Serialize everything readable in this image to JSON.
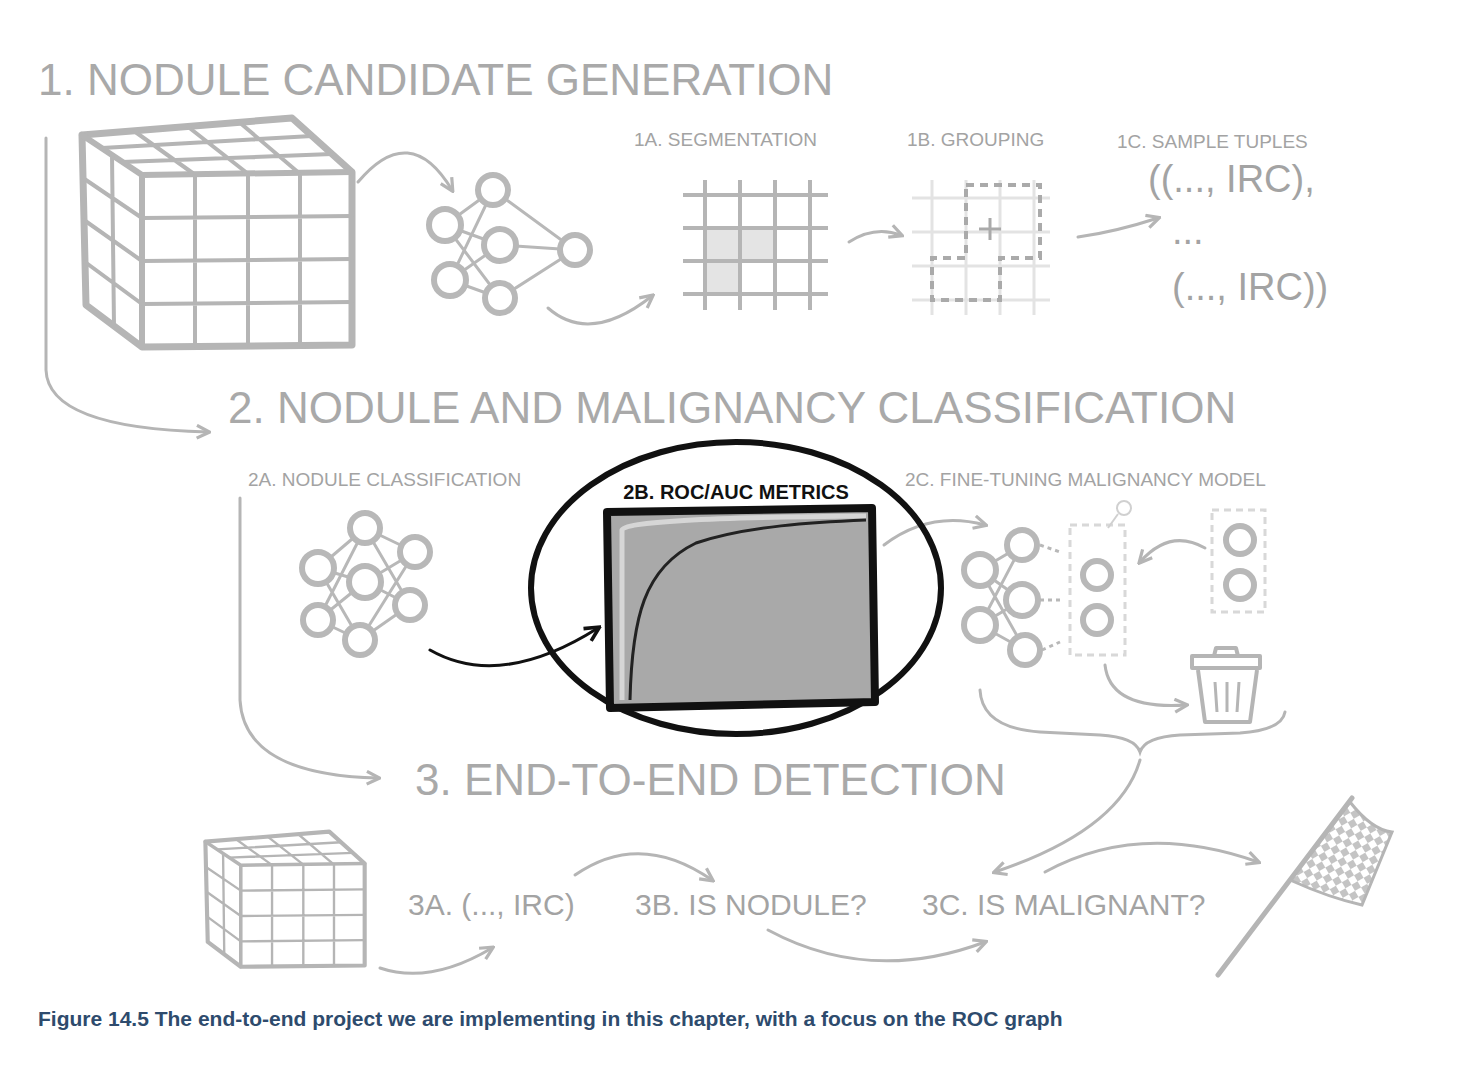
{
  "diagram": {
    "caption": "Figure 14.5 The end-to-end project we are implementing in this chapter, with a focus on the ROC graph",
    "nodes": [
      {
        "text": [
          "1A. SEGMENTATION"
        ]
      },
      {
        "text": [
          "1B. GROUPING"
        ]
      },
      {
        "text": [
          "2B. ROC/AUC METRICS"
        ]
      }
    ],
    "edges": [
      {
        "from": 0,
        "to": 1,
        "arrow": "to"
      }
    ],
    "labels": [
      "1. NODULE CANDIDATE GENERATION",
      "1C. SAMPLE TUPLES",
      "((..., IRC),",
      "...",
      "(..., IRC))",
      "2. NODULE AND MALIGNANCY CLASSIFICATION",
      "2A. NODULE CLASSIFICATION",
      "2C. FINE-TUNING MALIGNANCY MODEL",
      "3. END-TO-END DETECTION",
      "3A. (..., IRC)",
      "3B. IS NODULE?",
      "3C. IS MALIGNANT?"
    ]
  }
}
